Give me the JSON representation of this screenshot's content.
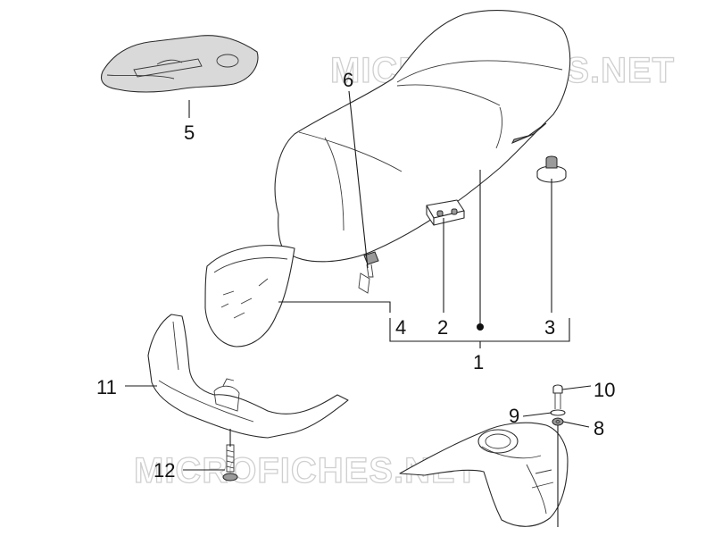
{
  "diagram": {
    "watermark_text": "MICROFICHES.NET",
    "callouts": {
      "c1": "1",
      "c2": "2",
      "c3": "3",
      "c4": "4",
      "c5": "5",
      "c6": "6",
      "c8": "8",
      "c9": "9",
      "c10": "10",
      "c11": "11",
      "c12": "12"
    }
  }
}
